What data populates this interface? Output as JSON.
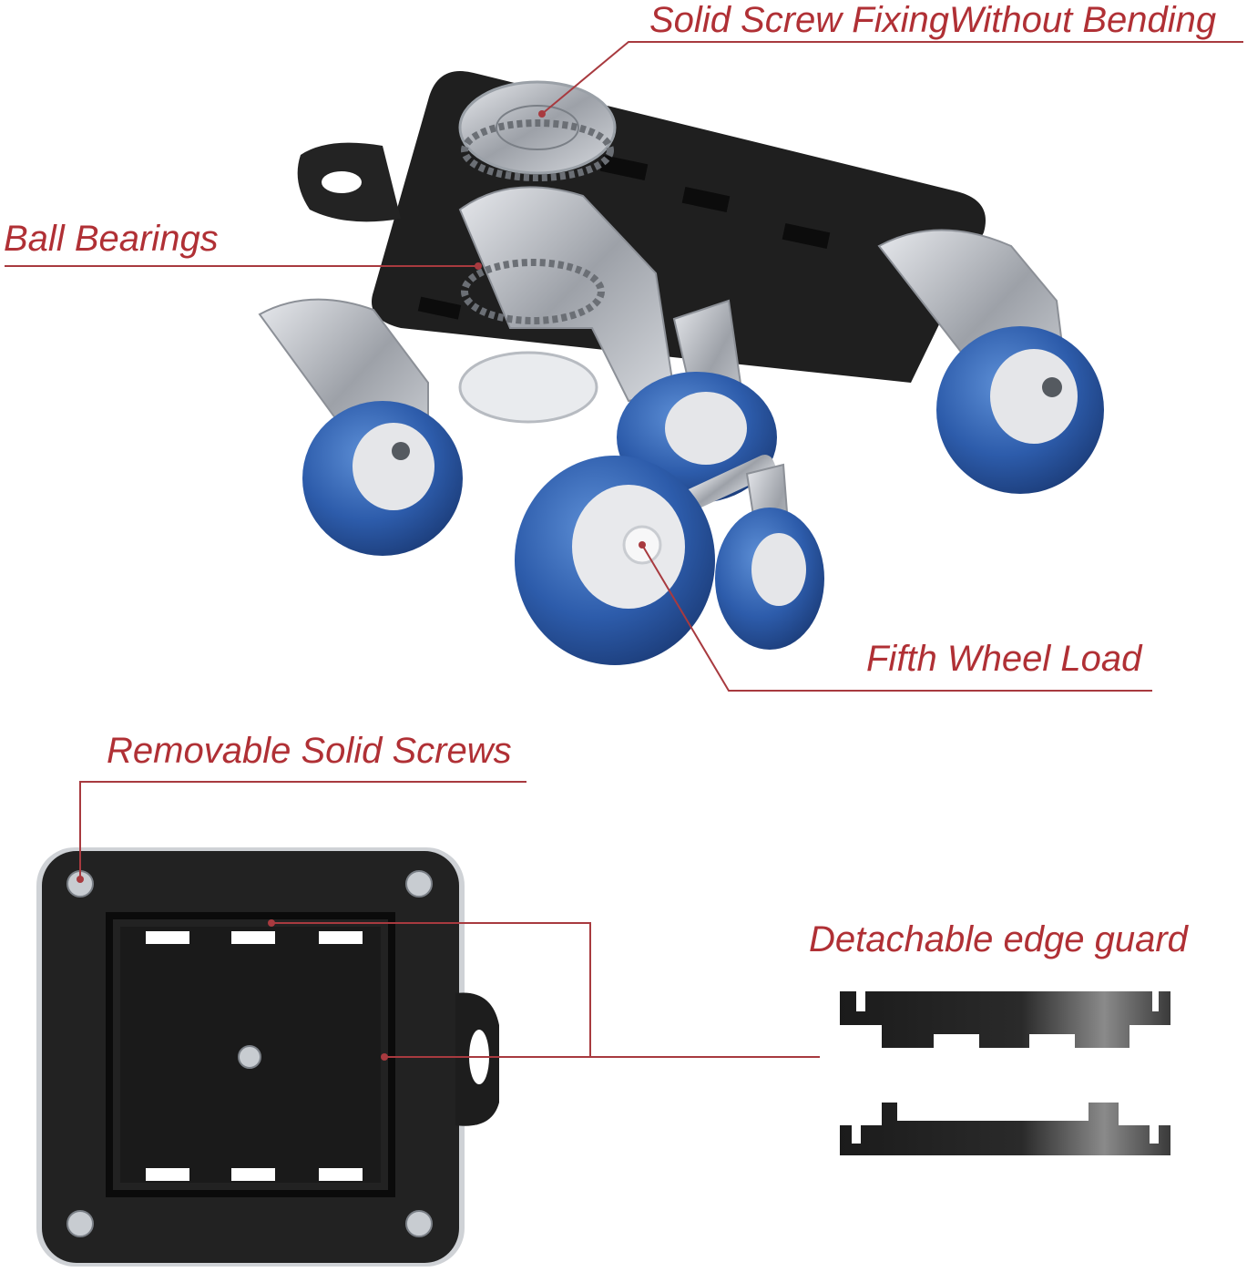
{
  "labels": {
    "solid_screw": "Solid Screw FixingWithout Bending",
    "ball_bearings": "Ball Bearings",
    "fifth_wheel": "Fifth Wheel Load",
    "removable_screws": "Removable Solid Screws",
    "edge_guard": "Detachable edge guard"
  },
  "colors": {
    "label_text": "#b03035",
    "leader_line": "#a83a3f",
    "plate": "#1e1e1e",
    "wheel": "#2f5fae",
    "hub": "#e8e8ea",
    "metal": "#b9bcc2"
  }
}
